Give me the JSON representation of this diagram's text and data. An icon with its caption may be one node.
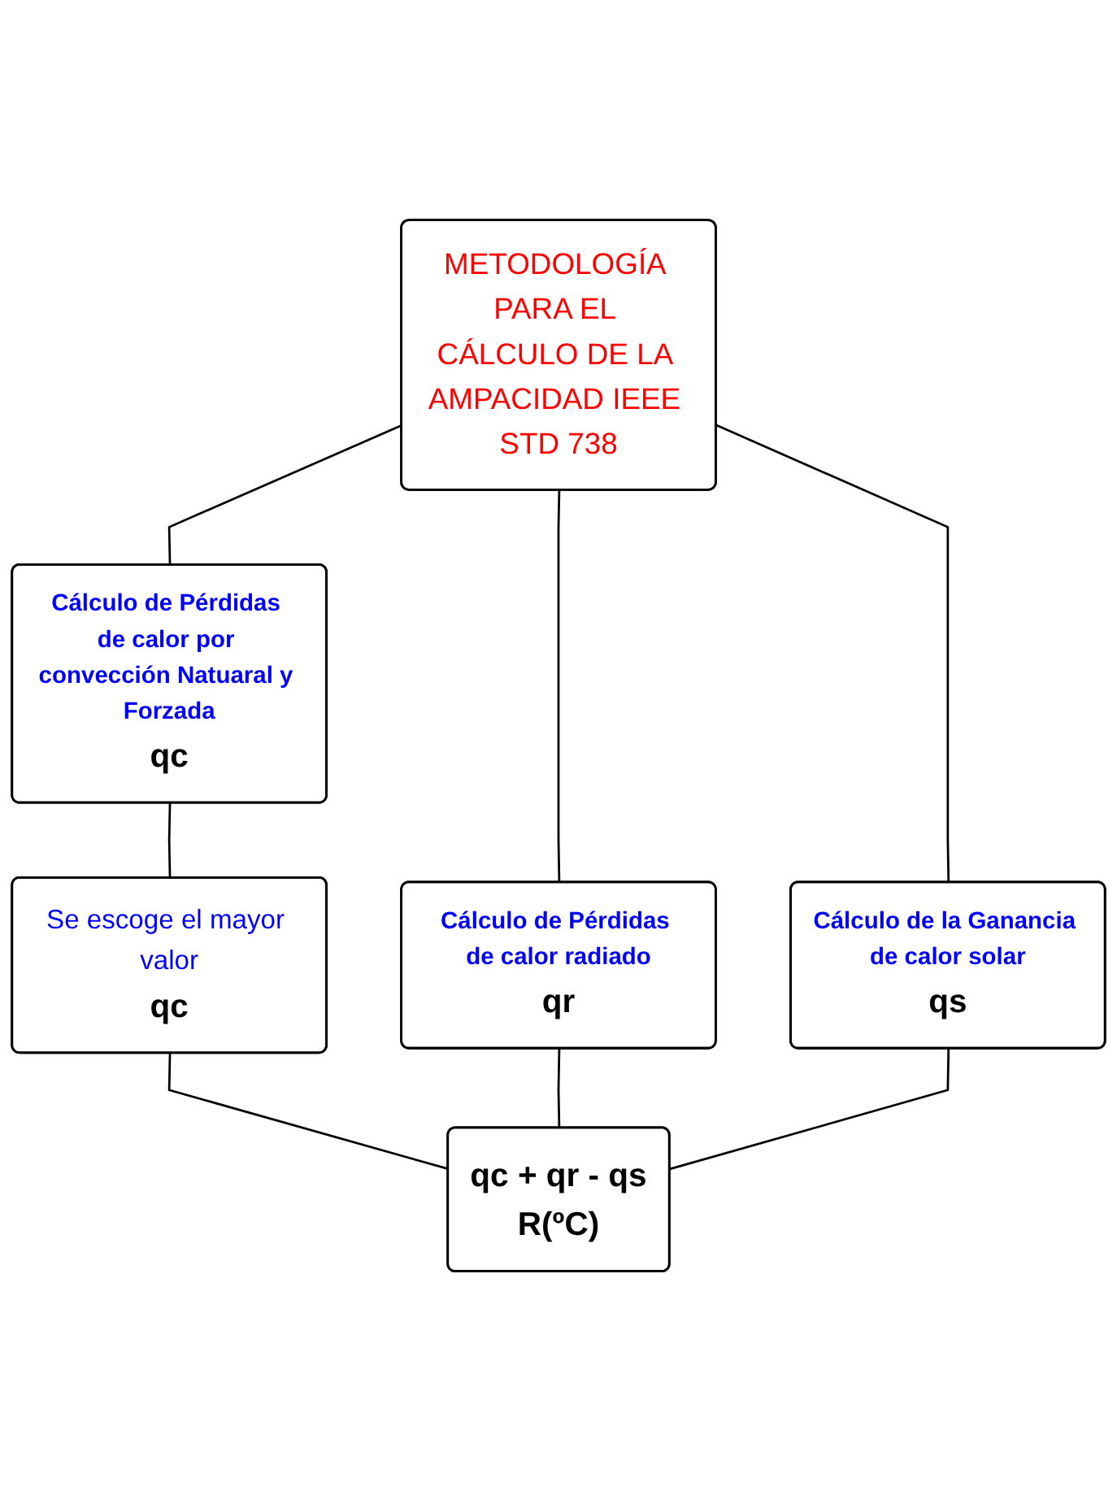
{
  "diagram": {
    "nodes": [
      {
        "text": [
          "METODOLOGÍA PARA EL CÁLCULO DE LA AMPACIDAD IEEE STD 738"
        ]
      },
      {
        "text": [
          "Cálculo de Pérdidas de calor por convección Natuaral y Forzada",
          "qc"
        ]
      },
      {
        "text": [
          "Cálculo de Pérdidas de calor radiado",
          "qr"
        ]
      },
      {
        "text": [
          "Cálculo de la Ganancia de calor solar",
          "qs"
        ]
      },
      {
        "text": [
          "Se escoge el mayor valor",
          "qc"
        ]
      },
      {
        "text": [
          "qc + qr - qs",
          "R(ºC)"
        ]
      }
    ],
    "edges": [
      {
        "from": 0,
        "to": 1,
        "arrow": "none"
      },
      {
        "from": 0,
        "to": 2,
        "arrow": "none"
      },
      {
        "from": 0,
        "to": 3,
        "arrow": "none"
      },
      {
        "from": 1,
        "to": 4,
        "arrow": "none"
      },
      {
        "from": 4,
        "to": 5,
        "arrow": "none"
      },
      {
        "from": 2,
        "to": 5,
        "arrow": "none"
      },
      {
        "from": 3,
        "to": 5,
        "arrow": "none"
      }
    ]
  }
}
